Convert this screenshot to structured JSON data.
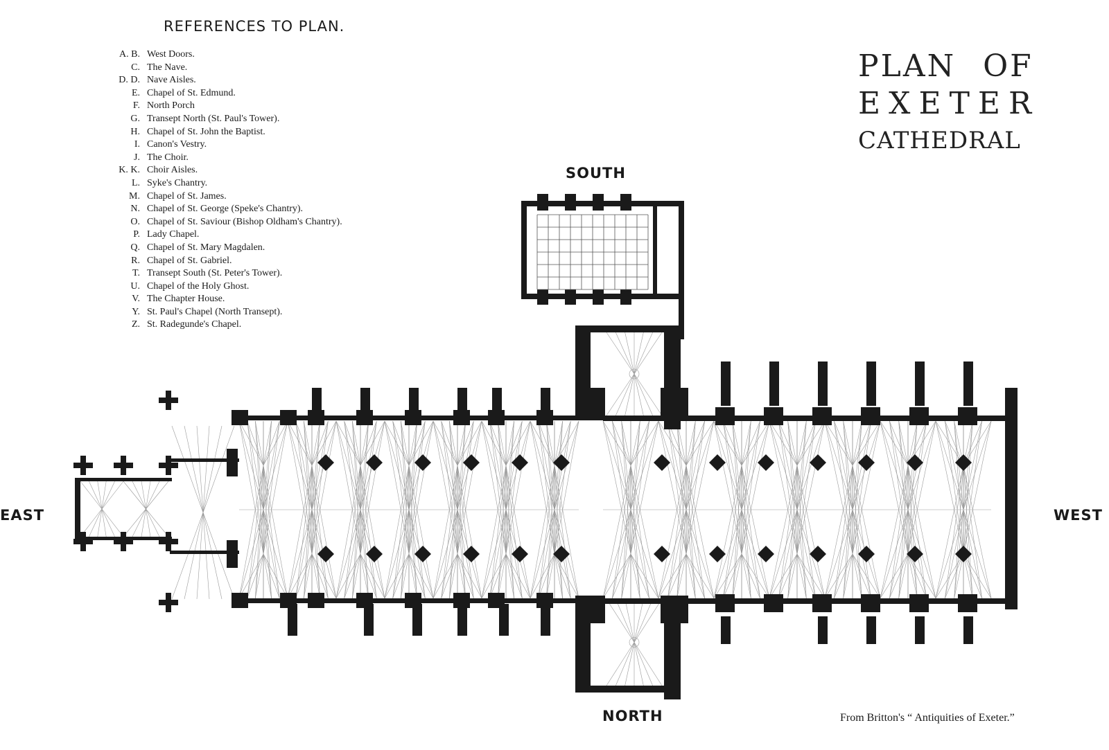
{
  "references_title": "REFERENCES TO PLAN.",
  "references": [
    {
      "key": "A. B.",
      "label": "West Doors."
    },
    {
      "key": "C.",
      "label": "The Nave."
    },
    {
      "key": "D. D.",
      "label": "Nave Aisles."
    },
    {
      "key": "E.",
      "label": "Chapel of St. Edmund."
    },
    {
      "key": "F.",
      "label": "North Porch"
    },
    {
      "key": "G.",
      "label": "Transept North (St. Paul's Tower)."
    },
    {
      "key": "H.",
      "label": "Chapel of St. John the Baptist."
    },
    {
      "key": "I.",
      "label": "Canon's Vestry."
    },
    {
      "key": "J.",
      "label": "The Choir."
    },
    {
      "key": "K. K.",
      "label": "Choir Aisles."
    },
    {
      "key": "L.",
      "label": "Syke's Chantry."
    },
    {
      "key": "M.",
      "label": "Chapel of St. James."
    },
    {
      "key": "N.",
      "label": "Chapel of St. George (Speke's Chantry)."
    },
    {
      "key": "O.",
      "label": "Chapel of St. Saviour (Bishop Oldham's Chantry)."
    },
    {
      "key": "P.",
      "label": "Lady Chapel."
    },
    {
      "key": "Q.",
      "label": "Chapel of St. Mary Magdalen."
    },
    {
      "key": "R.",
      "label": "Chapel of St. Gabriel."
    },
    {
      "key": "T.",
      "label": "Transept South (St. Peter's Tower)."
    },
    {
      "key": "U.",
      "label": "Chapel of the Holy Ghost."
    },
    {
      "key": "V.",
      "label": "The Chapter House."
    },
    {
      "key": "Y.",
      "label": "St. Paul's Chapel (North Transept)."
    },
    {
      "key": "Z.",
      "label": "St. Radegunde's Chapel."
    }
  ],
  "title": {
    "line1": "PLAN OF",
    "line2": "EXETER",
    "line3": "CATHEDRAL"
  },
  "compass": {
    "south": "SOUTH",
    "north": "NORTH",
    "east": "EAST",
    "west": "WEST"
  },
  "credit": "From Britton's “ Antiquities of Exeter.”",
  "colors": {
    "ink": "#1a1a1a",
    "paper": "#ffffff",
    "hatch": "#555555"
  }
}
